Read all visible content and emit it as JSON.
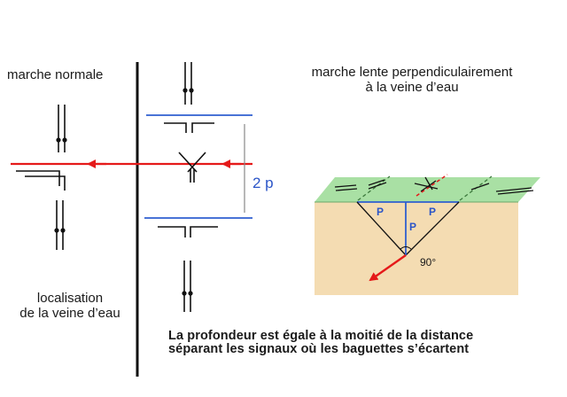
{
  "labels": {
    "normal_walk": "marche normale",
    "slow_walk_line1": "marche lente perpendiculairement",
    "slow_walk_line2": "à la veine d’eau",
    "localisation_line1": "localisation",
    "localisation_line2": "de la veine d’eau",
    "distance": "2 p",
    "conclusion_line1": "La profondeur est égale à la moitié de la distance",
    "conclusion_line2": "séparant les signaux où les baguettes s’écartent"
  },
  "cross_section": {
    "p_left": "P",
    "p_middle": "P",
    "p_right": "P",
    "angle": "90°"
  },
  "colors": {
    "water_vein": "#e51a1a",
    "signal_line": "#2f5fd0",
    "ground": "#f4dcb2",
    "surface": "#a9e0a4"
  }
}
